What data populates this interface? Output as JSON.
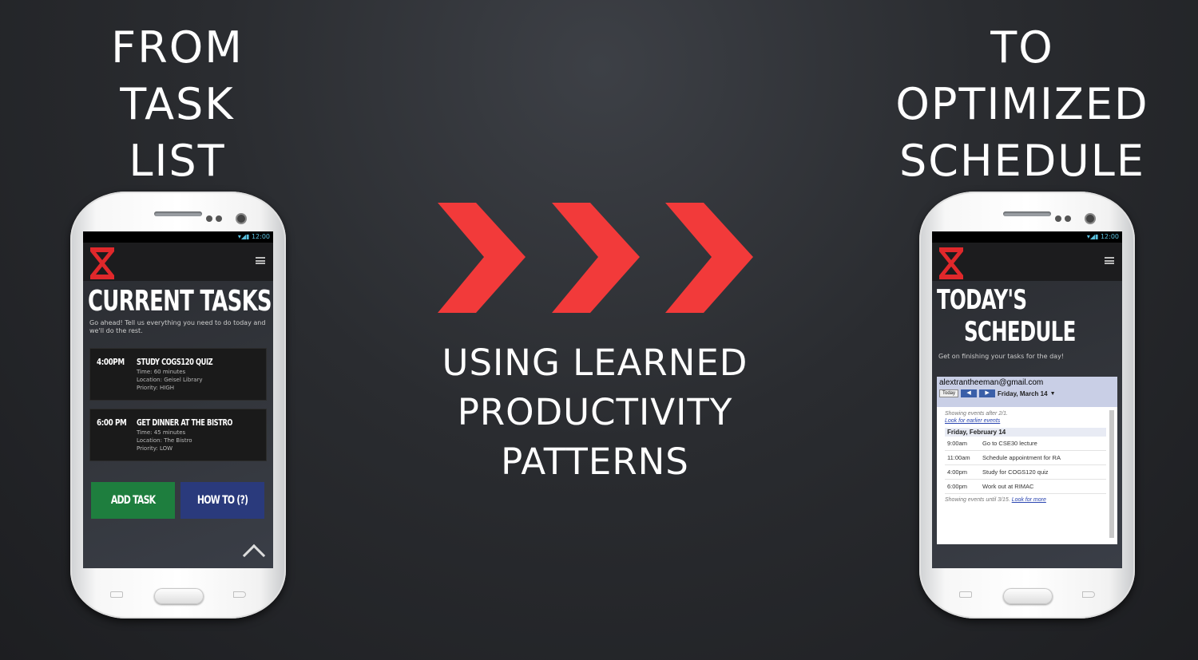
{
  "headings": {
    "from": [
      "FROM",
      "TASK",
      "LIST"
    ],
    "to": [
      "TO",
      "OPTIMIZED",
      "SCHEDULE"
    ],
    "center": [
      "USING LEARNED",
      "PRODUCTIVITY",
      "PATTERNS"
    ]
  },
  "colors": {
    "chevron": "#f23a3a",
    "logo": "#e0282b",
    "add_task": "#1e7e3e",
    "howto": "#2a3a7c"
  },
  "phone_left": {
    "status_time": "12:00",
    "title": "CURRENT TASKS",
    "subtitle": "Go ahead! Tell us everything you need to do today and we'll do the rest.",
    "tasks": [
      {
        "time": "4:00PM",
        "name": "STUDY COGS120 QUIZ",
        "duration": "Time: 60 minutes",
        "location": "Location: Geisel Library",
        "priority": "Priority: HIGH"
      },
      {
        "time": "6:00 PM",
        "name": "GET DINNER AT THE BISTRO",
        "duration": "Time: 45 minutes",
        "location": "Location: The Bistro",
        "priority": "Priority: LOW"
      }
    ],
    "add_task_label": "ADD TASK",
    "howto_label": "HOW TO (?)"
  },
  "phone_right": {
    "status_time": "12:00",
    "title_line1": "TODAY'S",
    "title_line2": "SCHEDULE",
    "subtitle": "Get on finishing your tasks for the day!",
    "calendar": {
      "email": "alextrantheeman@gmail.com",
      "today_label": "Today",
      "current_date": "Friday, March 14",
      "showing_after": "Showing events after 2/1.",
      "earlier_link": "Look for earlier events",
      "day_header": "Friday, February 14",
      "events": [
        {
          "time": "9:00am",
          "title": "Go to CSE30 lecture"
        },
        {
          "time": "11:00am",
          "title": "Schedule appointment for RA"
        },
        {
          "time": "4:00pm",
          "title": "Study for COGS120 quiz"
        },
        {
          "time": "6:00pm",
          "title": "Work out at RIMAC"
        }
      ],
      "showing_until": "Showing events until 3/15.",
      "more_link": "Look for more"
    }
  }
}
